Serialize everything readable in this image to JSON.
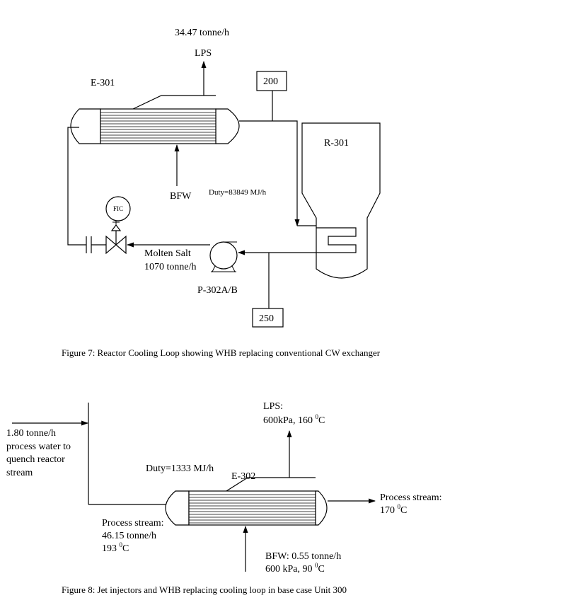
{
  "figure7": {
    "lps_flow": "34.47 tonne/h",
    "lps_label": "LPS",
    "exchanger_label": "E-301",
    "box_top": "200",
    "reactor_label": "R-301",
    "bfw_label": "BFW",
    "duty": "Duty=83849 MJ/h",
    "controller": "FIC",
    "salt_name": "Molten Salt",
    "salt_flow": "1070 tonne/h",
    "pump_label": "P-302A/B",
    "box_bottom": "250",
    "caption": "Figure 7:  Reactor Cooling Loop showing WHB replacing conventional CW exchanger"
  },
  "figure8": {
    "water_line1": "1.80 tonne/h",
    "water_line2": "process water to",
    "water_line3": "quench reactor",
    "water_line4": "stream",
    "lps_line1": "LPS:",
    "lps_line2_a": "600kPa, 160 ",
    "lps_line2_sup": "0",
    "lps_line2_b": "C",
    "duty": "Duty=1333 MJ/h",
    "exchanger_label": "E-302",
    "out_line1": "Process stream:",
    "out_line2_a": "170 ",
    "out_line2_sup": "0",
    "out_line2_b": "C",
    "in_line1": "Process stream:",
    "in_line2": "46.15 tonne/h",
    "in_line3_a": "193 ",
    "in_line3_sup": "0",
    "in_line3_b": "C",
    "bfw_line1": "BFW: 0.55 tonne/h",
    "bfw_line2_a": "600 kPa, 90 ",
    "bfw_line2_sup": "0",
    "bfw_line2_b": "C",
    "caption": "Figure 8:  Jet injectors and WHB replacing cooling loop in base case Unit 300"
  }
}
